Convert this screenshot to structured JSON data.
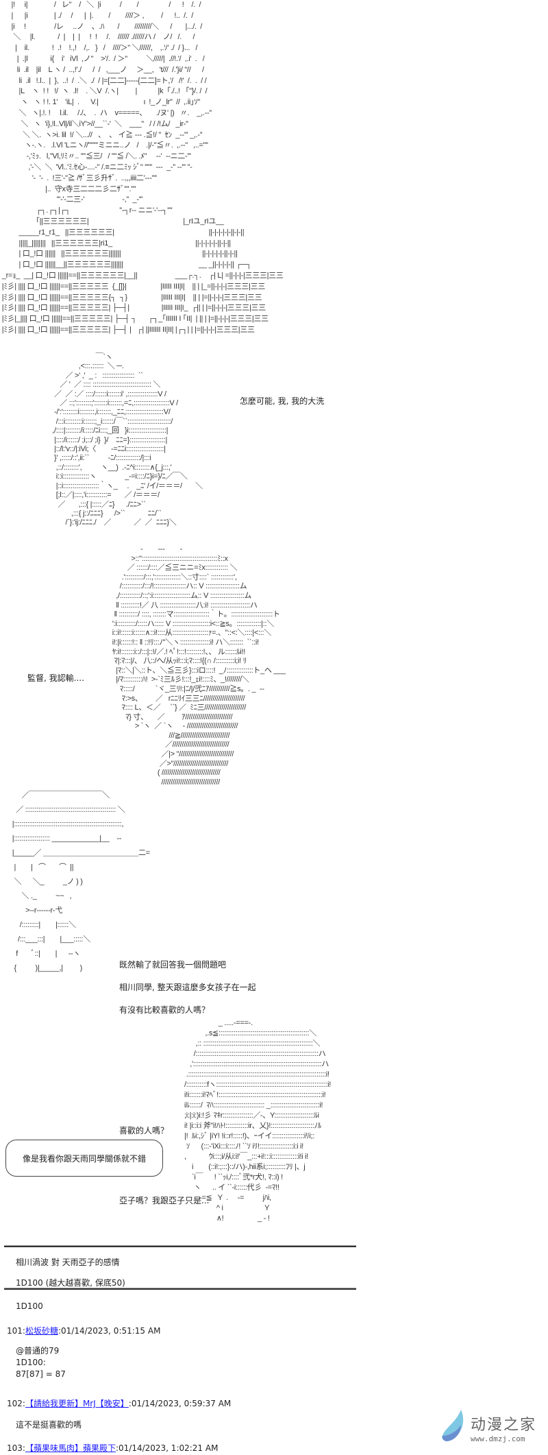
{
  "art": {
    "city": [
      "      |!     i|              /   レ\"    /   ＼  |i          /        /                /      !    /.  /",
      "      |      |i              | ./     /      |  |.        /        ////＞ ,         /      !..  /.  /",
      "      |i     !               /レ     ..ノ    、.ﾊ       /        /////////＼      /       |.../.  /",
      "       ＼     |l.            /  |    |  |     !  !     /.    ////// .//////ハ /    ノ/   /.      /",
      "        |    il.            !  .!    !.,!    /,.   }   /    ////＞\" ＼//////,    ,.ｿ' ./  / }...   /",
      "         |  .|l            i{    i'   iVl  ,ノ\"    >'/.  / ＞\"          ＼/////|  .//!.'/  ,.i'  .   /",
      "         li  .il    |il    L ヽ /  ..,!'./      /  /   ,___ノ     ＞__,   't///  /.'}i/ \"//      /",
      "          li  .il   !.l..  |  },  ..!  /  .＼  ./  / |=[二二]-----{二二]=ト,'/   /!'  /.  .  / /",
      "          |L    ヽ  ! !   !/  ヽ  .l!    . ＼V  /.ヽ|         |           |k「./..! 「\"}/. /  /",
      "           ヽ   ヽ ! !. 1'    'iL|  .      V.|                        ι  !_ノ_lr\"  //  ,.ii｣ｿ\"",
      "          ＼   ヽ|.!. !     l.il.     /./、  .  ハ    v=====、     ./ヌ' |)   〃.    _,.-‐''",
      "           ＼   ヽ  'i},!l..Vl|/il＼iY'>//__``‐'  ＼    ___\"   / / /!ム/   _ir‐''",
      "            ＼ ＼.  ヽ>i. lil  !/ ＼...//   、  、 イ≧ --- .≦!/ \"  ｾﾝ  _-‐''' _,.-''",
      "             ヽ-.ヽ.   .l.Vl 'Lニヽ//''''''''ミニニ..ノ   /    .|/-\"≦〃.  ,.-‐\"   ,..=''''",
      "              -,'ﾐｯ.   l,\"Vl,ﾘﾐ〃.. ''''≦三/   / ''''≦ /＼. .ﾒ\"     --'  ‐‐ニ二‐'''",
      "               ,'-＼  ＼  'Vl..'ﾐ.ｾ心-....-\" /.≡ニ二ﾐｯ ｼﾞ\" ''''''  ---  _‐'' ‐‐''' ''-",
      "                 '-  '-  .  !三'-\"≧ /ｻﾞ三彡升ｻﾞ.  ..,,,iiii二'-‐‐''''",
      "                        |..  守x寺三二二二彡二ｻﾞ''''.''''",
      "                              '''-'-二三-'                    -,''  _-'''",
      "                   ┌┐.┌┐|┌┐                          ''‐┐r‐‐ ニニ'-'‐‐┐''''",
      "                   ｢||三三三三三三|                                                  |_rIユ_rIユ__",
      "          _____r1_r1_   ||三三三三三三|                                                  ||-|-|-|-|-||-|-||",
      "          |||||_||||||||   ||三三三三三三|ri1_                                            ||-|-|-|-|-||-|-||",
      "          | 口_!口 ||||||   ||三三三三三三|||||||                                           ||-|-|-|-|-||-|-||",
      "          | 口_!口 ||||||__||三三三三三三|||||||                                        __ _||-|-|-|-|| ┌─┐",
      " _r=ｮ_  __| 口_!口 ||||||==||三三三三三三|__||                    ___┌.┐.    ┌| L| =||-|-|-|三三三|三三",
      " |ﾐ彡| |||| 口_!口 ||||||==||三三三三三  {_[]}|                  |IIIII III|I|    || | |_=||-|-|-|三三三|三三",
      " |ﾐ彡| |||| 口_!口 ||||||==||三三三三三{┐  ┐}                  |IIIII III|I|    || | |=||-|-|-|三三三|三三",
      " |ﾐ彡| |||| 口_!口 ||||||==||三三三三三| ├─┤|                 |IIIII III|I_  ┌|| | |=||-|-|-|三三三|三三",
      " |ﾐ彡|_|||| 口_!口 ||||||==||三三三三三| ├─┤ ┐      ┌┐_｢IIIIII I ｢II|  | || | |=||-|-|-|三三三|三三",
      " |ﾐ彡| |||| 口_!口 ||||||==||三三三三三| ├─┤ |   ┌| ||IIIIII II|II| |┌┐| | |=||-|-|-|三三三|三三"
    ],
    "face": [
      "                          ￣`ヽ",
      "                 ,<:::.::::::  ＼ ─.",
      "          ／ >' ,'  _ :   :::::::::::::::::  ``",
      "       ／ '  ／ :::: ::::::::::::::::::::::::::::::: ＼",
      "    ／  ／ :／ ::::/::::::i:::::::i' ,::::::::::::::::V /",
      "       ／ ::;'::::::::;':::::::i:::::::,=ﾆ,:::::::::::::::::::V /",
      "    ‐/':'::::::::i::::::::,i:::::::,_ﾆﾆ,::::::::::::::::::::V/",
      "     /:::i:::::::::i::::::;_i::::::/￣``:::::::::::::::::::::::/",
      "   ,/::::|::::::::/i:::::/ﾆi:::;_回   }i::::::::::::::::::::|",
      "    |::::/i::::::/ ;i;::/ ;i}  }/    ﾆﾆ=}:::::::::::::::::::|",
      "    |::/l:'v::/|:iVi;〈        ‐=ﾆﾆi::::::::::::::::::::|",
      "    }' ,:::::/::',ii:``          ‐ﾆ/:::::::::::::/|:::i",
      "     ,::/::::::::',          ヽ__)  .‐ﾆ^i::::::::∧{_j:::,'",
      "     i::i::::::::::::::ヽ               _‐=i::::/ﾆ}i=}/ﾆ／￣＼",
      "     |::i:::::::::::::::::::｀ヽ_     .    _ﾆ' /イ/＝＝＝/       ＼",
      "     [;l::／|::::,'i:::::::::::=       ／ /＝＝＝/",
      "      ／       ,:::{ |:::::／ﾆ}      ./ﾆﾆ>``",
      "             ,:::{ j::/ﾆﾆﾆ}      />``            ﾆﾆ/``",
      "          /`}:'ij:/ﾆﾆﾆ./    ／            ／  ／  ﾆﾆﾆ}＼"
    ],
    "cap": [
      "                    -        ---        -",
      "               >::\"::::::::::::::::::::::::::::::::::::::::ﾐ::x",
      "             ／ ::::::/::::／≦三ニニ=ﾐx:::::::::::: ＼",
      "          .'::::::::::/:::,'::::::::::::::＼::寸::::` ::::::::::::',",
      "         /:::::::::::/:::/!:::::::::::::::::ハ:: V ::::::::::::::::::ム",
      "       ,/:::::::::::/::;':i::::::::::::::::::::ム:: V ::::::::::::::::::ム",
      "       ‖ ::::::::::!／ 八 :::::::::::::::::::八:i! :::::::::::::::::::::ハ",
      "      ‖ ::::::::::/ ::::, :::::::マ:::::::::::::::::::｀ト。::::::::::::::::::::::ト",
      "     ':i::::::::::/:::::ハ::::: V ::::::::::::::::::::i<::≧s。:::::::::::::|::＼",
      "     i::i!::::::i::::::∧::i!::::从:::::::::::::::::::ｧ=.、\"::<:＼::::|<:::＼",
      "     i!:|i::::::!:: ‖ ::!ﾘ:::ﾉ\"＼ヽ::::::::::::::::i! ハ＼:::::::  ``::i!",
      "     ﾔ:i!:::::::i::/:::|::!/／.! ﾍﾟ!:::!:::::::::!、、 ル::::::ﾙi!!",
      "      ﾏ|:ﾏ:::|/、 八::/へ/从ｯi!:::i;ﾏ::::!{(∩ /::::::::::i;i! ﾘ",
      "       |ﾏ::＼|＼::ト、＼≦三彡}:::iロ::::!  _ﾉ::::::::::::::ト_ヘ ___",
      "       |/ﾏ::::::::::ﾊ!  >‐`ﾐ三ﾙ彡!:::!_ｪi!::::ﾐ、_!////////＼",
      "         ﾏ:::::/           `ヾ_三ﾘ!:|ﾆ/|/弐ﾆｱ///////////≧s。. _  ‐‐",
      "          ﾏ:>s、       ／   rﾆﾆﾘｲ三三ﾆ//////////////////////",
      "          ﾏ:::: L、＜／     ``} ／  ﾐﾆ三//////////////////////",
      "            ﾏ} 寸、     ／         ｱ/////////////////////////",
      "                 > `ヽ  ／ `ヽ     - ///////////////////////////",
      "                                   ///≧//////////////////////////",
      "                                 ／//////////////////////////////",
      "                               ／|> \"/////////////////////////////",
      "                              ／>\"/////////////////////////////",
      "                             ( ///////////////////////////////",
      "                               ///////////////////////////////"
    ],
    "kid": [
      "          ／￣￣￣￣￣￣￣￣￣￣＼",
      "       ／ :::::::::::::::::::::::::::::::::::::::::::::::: ＼",
      "     |:::::::::::::::::::::::::::::::::::::::::::::::::::::::::,",
      "     |::::::::::::::::::: ____________|__    ‐‐",
      "     |_____／ ＿＿＿＿＿＿＿＿＿＿＿＿＿二=",
      "      |        |   ⌒       ⌒  ||",
      "      ＼      ＼_          _ノ ) )",
      "          ＼ ._          ~~   ,",
      "            >‐‐r‐‐‐‐‐‐r‐弋",
      "         /:::::::::|        |::::::＼",
      "        /:::___:::|        |___:::::＼",
      "       f       ﾞ::|        |      ‐‐ヽ",
      "      {          )|_____,|         )"
    ],
    "girl": [
      "                      _ .....-===-.",
      "               ,.s≦::::::::::::::::::::::::::::::::::::::::::::::::＼",
      "          ,:: ::::::::::::::::::::::::::::::::::::::::::::::::::::::::::＼",
      "         /:::::::::::::::::::::::::::::::::::::::::::::::::::::::::::::::::ハ",
      "       ,'::::::::::::::::::::::::::::::::::::::::::::::::::::::::::::::::::::ハ",
      "     .:::::::::::::::::::::::::::::::::::::::::::::::::::::::::::::::::::::::::i!",
      "    /:::::::::::fヽ:::::::::::::::::::::::::::::::::::::::::::::::::::::::::::i!",
      "    i!i:::::::i!ﾏﾍﾞ!:::::::::::::::::::::::::::::::::::::::::::::::::::::::i!",
      "    iﾙ::::::/  ﾏﾊ::::::::::::::::::::::::::: _::::::::::::::::::::::::::i!",
      "    ;i:|:i:)i:!彡 ﾏｷr::::::::::::::::／‐、Y:::::::::::::::::::::ﾙi",
      "    i! |i::i:i 斧\"i!ﾊﾄ!::::::::::::ir、乂}!:::::::::::::::::::::::ﾉﾙ",
      "    |!  ﾙi:,ｼﾞ |iY! !i::r!:::::!)、ｰイイ:::::::::::::::::iﾘi;:",
      "     ｿ      (:::-'iXi:::i::::ﾉ! ``ｿ iﾘ!::::::::::::::::::i:i i!",
      "    ,            ｳi:::;i/从i:i!'￣_:::+i!:::i::::::::::::::i!i i!",
      "        i        (::i!:;:::}::/ハ)-,hii系i;::::::::::ﾌﾘ |、j",
      "        `i￣      ! ``ｯi,/::::ﾞ弐*r犬!, ﾏ::i) !",
      "         ヽ      .. イ ``‐i::::::代彡  -=ﾏ!!",
      "            -=≦   Y  .     -=          jﾊi,",
      "                     ^ i                      Y",
      "                     ∧!                  _ - !"
    ]
  },
  "dialogue": {
    "face_line": "怎麼可能, 我, 我的大洗",
    "cap_line": "監督, 我認輸....",
    "kid_lines": [
      "既然輸了就回答我一個問題吧",
      "相川同學, 整天跟這麼多女孩子在一起",
      "有沒有比較喜歡的人嗎？"
    ],
    "girl_line_1": "喜歡的人嗎？",
    "bubble": "像是我看你跟天雨同學關係就不錯",
    "girl_line_2": "亞子嗎？我跟亞子只是..."
  },
  "roll_box": {
    "title": "相川渦波 對 天雨亞子的感情",
    "roll": "1D100 (越大越喜歡, 保底50)"
  },
  "roll_label": "1D100",
  "posts": [
    {
      "num": "101:",
      "name": "松坂砂糖",
      "time": ":01/14/2023, 0:51:15 AM",
      "body": [
        "@普通的79",
        "1D100:",
        "87[87] = 87"
      ]
    },
    {
      "num": "102:",
      "name": "【請給我更新】MrJ【晚安】",
      "time": ":01/14/2023, 0:59:37 AM",
      "body": [
        "這不是挺喜歡的嗎"
      ]
    },
    {
      "num": "103:",
      "name": "【蘋果味馬肉】蘋果殿下",
      "time": ":01/14/2023, 1:02:21 AM",
      "body": []
    }
  ],
  "watermark": {
    "title": "动漫之家",
    "url": "www.dmzj.com"
  },
  "colors": {
    "link": "#1a1aff",
    "text": "#222222",
    "watermark_blue": "#7ec8e3"
  }
}
